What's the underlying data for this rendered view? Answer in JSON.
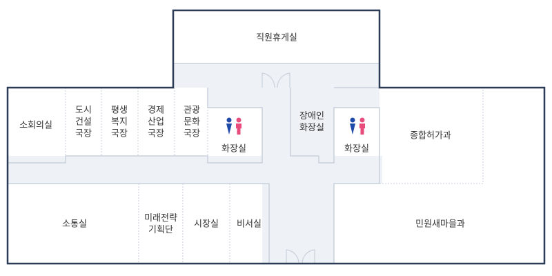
{
  "colors": {
    "wall": "#2b3a55",
    "partition": "#c9d1dc",
    "corridor": "#eef1f5",
    "background": "#ffffff",
    "text": "#333333",
    "male_icon": "#1f4aa8",
    "female_icon": "#e84c7d"
  },
  "icons": {
    "male": "male-restroom-icon",
    "female": "female-restroom-icon",
    "door": "double-door-icon"
  },
  "rooms": {
    "staff_lounge": [
      "직원휴게실"
    ],
    "small_meeting": [
      "소회의실"
    ],
    "urban_construction": [
      "도시",
      "건설",
      "국장"
    ],
    "lifelong_welfare": [
      "평생",
      "복지",
      "국장"
    ],
    "economy_industry": [
      "경제",
      "산업",
      "국장"
    ],
    "tourism_culture": [
      "관광",
      "문화",
      "국장"
    ],
    "restroom_left": [
      "화장실"
    ],
    "accessible_restroom": [
      "장애인",
      "화장실"
    ],
    "restroom_right": [
      "화장실"
    ],
    "permits": [
      "종합허가과"
    ],
    "communication": [
      "소통실"
    ],
    "future_strategy": [
      "미래전략",
      "기획단"
    ],
    "mayor_office": [
      "시장실"
    ],
    "secretary": [
      "비서실"
    ],
    "civil_affairs": [
      "민원새마을과"
    ]
  }
}
